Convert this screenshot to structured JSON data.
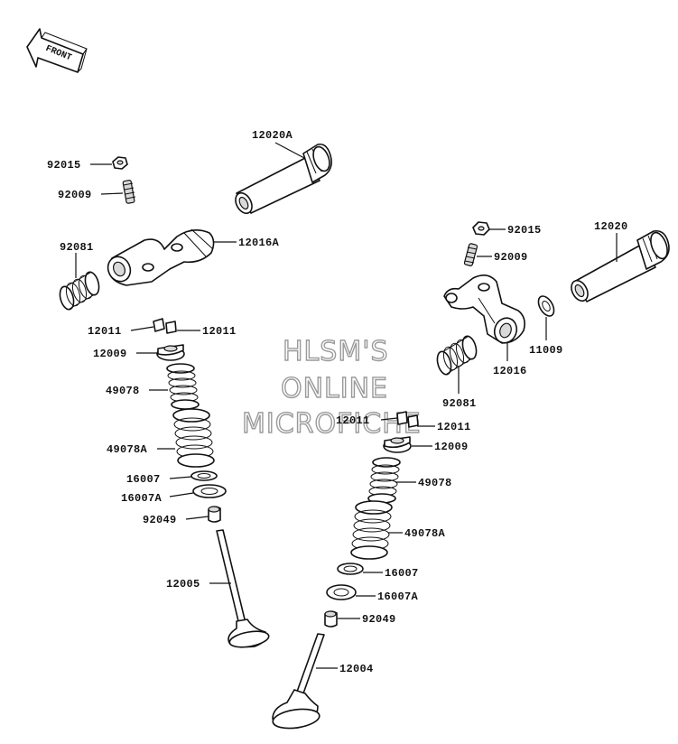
{
  "front_label": "FRONT",
  "watermark": {
    "line1": "HLSM'S",
    "line2": "ONLINE",
    "line3": "MICROFICHE"
  },
  "left_labels": {
    "p12020A": "12020A",
    "p92015": "92015",
    "p92009": "92009",
    "p92081": "92081",
    "p12016A": "12016A",
    "p12011a": "12011",
    "p12011b": "12011",
    "p12009": "12009",
    "p49078": "49078",
    "p49078A": "49078A",
    "p16007": "16007",
    "p16007A": "16007A",
    "p92049": "92049",
    "p12005": "12005"
  },
  "right_labels": {
    "p92015": "92015",
    "p92009": "92009",
    "p12020": "12020",
    "p11009": "11009",
    "p12016": "12016",
    "p92081": "92081",
    "p12011a": "12011",
    "p12011b": "12011",
    "p12009": "12009",
    "p49078": "49078",
    "p49078A": "49078A",
    "p16007": "16007",
    "p16007A": "16007A",
    "p92049": "92049",
    "p12004": "12004"
  }
}
